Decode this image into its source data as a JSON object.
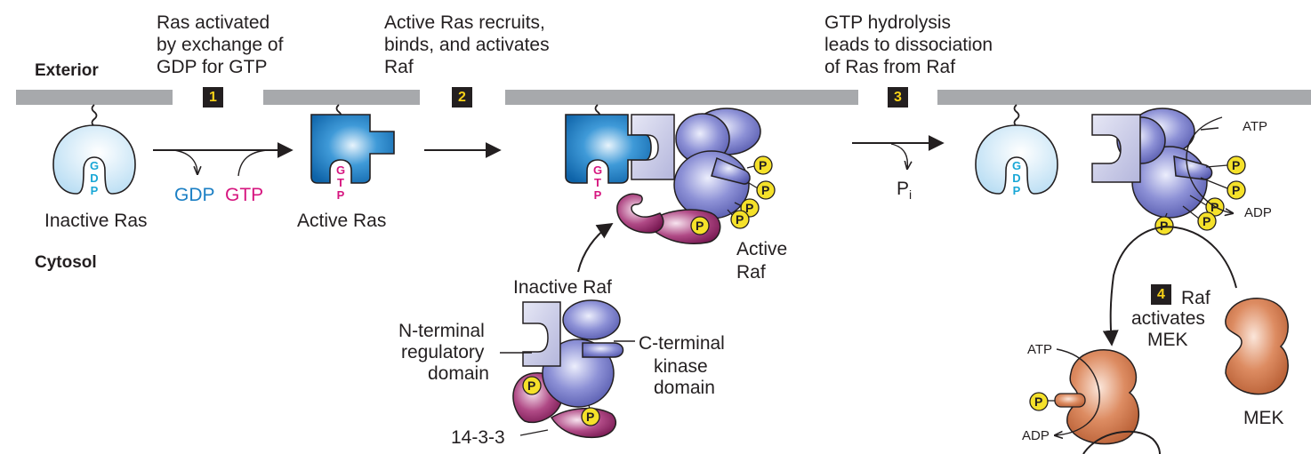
{
  "regions": {
    "exterior": "Exterior",
    "cytosol": "Cytosol"
  },
  "steps": [
    {
      "number": "1",
      "caption": [
        "Ras activated",
        "by exchange of",
        "GDP for GTP"
      ]
    },
    {
      "number": "2",
      "caption": [
        "Active Ras recruits,",
        "binds, and activates",
        "Raf"
      ]
    },
    {
      "number": "3",
      "caption": [
        "GTP hydrolysis",
        "leads to dissociation",
        "of Ras from Raf"
      ]
    },
    {
      "number": "4",
      "caption": [
        "Raf",
        "activates",
        "MEK"
      ]
    }
  ],
  "labels": {
    "inactive_ras": "Inactive Ras",
    "active_ras": "Active Ras",
    "gdp": "GDP",
    "gtp": "GTP",
    "pi_main": "P",
    "pi_sub": "i",
    "active_raf": [
      "Active",
      "Raf"
    ],
    "inactive_raf": "Inactive Raf",
    "n_terminal": [
      "N-terminal",
      "regulatory",
      "domain"
    ],
    "c_terminal": [
      "C-terminal",
      "kinase",
      "domain"
    ],
    "protein_1433": "14-3-3",
    "atp": "ATP",
    "adp": "ADP",
    "mek": "MEK",
    "phosphate": "P"
  },
  "nucleotide_letters": {
    "gdp": [
      "G",
      "D",
      "P"
    ],
    "gtp": [
      "G",
      "T",
      "P"
    ]
  },
  "colors": {
    "membrane": "#a7a9ac",
    "ras_inactive": "#cfe8f7",
    "ras_active": "#1b7fc4",
    "raf_kinase": "#7b7fc9",
    "raf_regulatory": "#c9cbe6",
    "protein_1433": "#8a1a5c",
    "mek": "#d9835a",
    "phosphate": "#f5e12a",
    "gdp_text": "#19a7d6",
    "gtp_text": "#d6157f",
    "badge_bg": "#231f20",
    "badge_text": "#f7d117"
  }
}
